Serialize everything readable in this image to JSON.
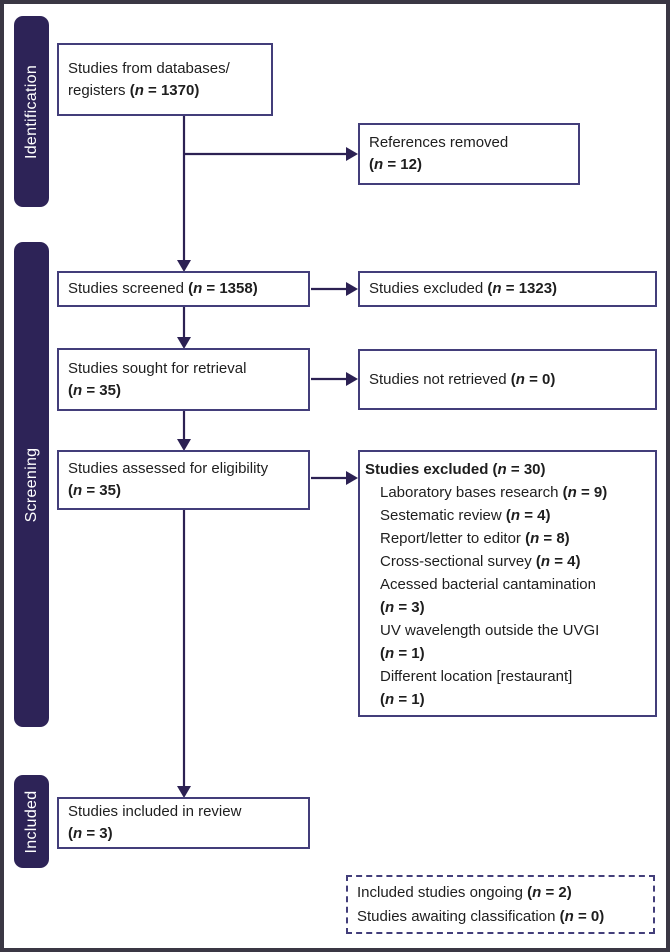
{
  "colors": {
    "bar": "#2d2357",
    "arrow": "#2c2153",
    "box_border": "#433e7a",
    "outer_border": "#3a3744",
    "text": "#1e1e1e",
    "bar_text": "#ffffff",
    "bg": "#ffffff"
  },
  "stages": {
    "identification": "Identification",
    "screening": "Screening",
    "included": "Included"
  },
  "boxes": {
    "databases": {
      "lines": [
        {
          "text": "Studies from databases/"
        },
        {
          "text": "registers",
          "n_text": "(n = 1370)"
        }
      ]
    },
    "references_removed": {
      "lines": [
        {
          "text": "References removed"
        },
        {
          "n_text": "(n = 12)"
        }
      ]
    },
    "screened": {
      "lines": [
        {
          "text": "Studies screened",
          "n_text": "(n = 1358)"
        }
      ]
    },
    "excluded": {
      "lines": [
        {
          "text": "Studies excluded",
          "n_text": "(n = 1323)"
        }
      ]
    },
    "sought": {
      "lines": [
        {
          "text": "Studies sought for retrieval"
        },
        {
          "n_text": "(n = 35)"
        }
      ]
    },
    "not_retrieved": {
      "lines": [
        {
          "text": "Studies not retrieved",
          "n_text": "(n = 0)"
        }
      ]
    },
    "eligibility": {
      "lines": [
        {
          "text": "Studies assessed for eligibility"
        },
        {
          "n_text": "(n = 35)"
        }
      ]
    },
    "excluded_detail": {
      "lines": [
        {
          "text": "Studies excluded",
          "n_text": "(n = 30)"
        },
        {
          "text": "Laboratory bases research",
          "n_text": "(n = 9)"
        },
        {
          "text": "Sestematic review",
          "n_text": "(n = 4)"
        },
        {
          "text": "Report/letter to editor",
          "n_text": "(n = 8)"
        },
        {
          "text": "Cross-sectional survey",
          "n_text": "(n = 4)"
        },
        {
          "text": "Acessed bacterial  cantamination"
        },
        {
          "n_text": "(n = 3)"
        },
        {
          "text": "UV wavelength outside the UVGI"
        },
        {
          "n_text": "(n = 1)"
        },
        {
          "text": "Different location [restaurant]"
        },
        {
          "n_text": "(n = 1)"
        }
      ]
    },
    "included_review": {
      "lines": [
        {
          "text": "Studies included in review"
        },
        {
          "n_text": "(n = 3)"
        }
      ]
    },
    "ongoing": {
      "lines": [
        {
          "text": "Included studies ongoing",
          "n_text": "(n = 2)"
        },
        {
          "text": "Studies awaiting classification",
          "n_text": "(n = 0)"
        }
      ]
    }
  }
}
